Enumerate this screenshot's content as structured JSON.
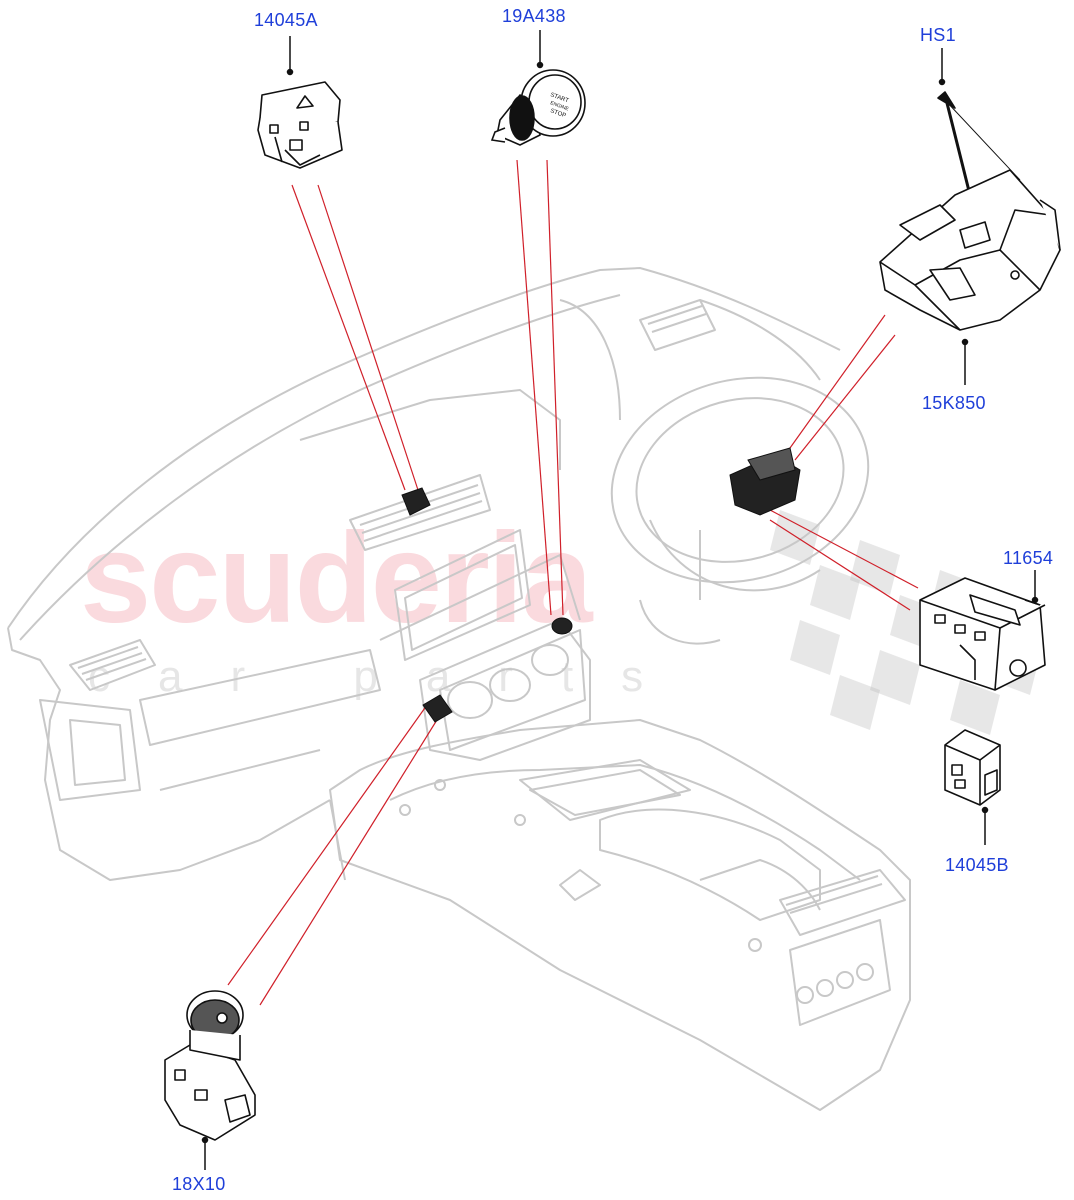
{
  "watermark": {
    "brand": "scuderia",
    "tagline": "car parts"
  },
  "callouts": [
    {
      "id": "14045A",
      "label": "14045A"
    },
    {
      "id": "19A438",
      "label": "19A438"
    },
    {
      "id": "HS1",
      "label": "HS1"
    },
    {
      "id": "15K850",
      "label": "15K850"
    },
    {
      "id": "11654",
      "label": "11654"
    },
    {
      "id": "14045B",
      "label": "14045B"
    },
    {
      "id": "18X10",
      "label": "18X10"
    }
  ],
  "start_button": {
    "line1": "START",
    "line2": "ENGINE",
    "line3": "STOP"
  },
  "colors": {
    "label": "#1f3fd9",
    "leader": "#d0202a",
    "outline": "#c8c8c8",
    "part": "#111111"
  }
}
